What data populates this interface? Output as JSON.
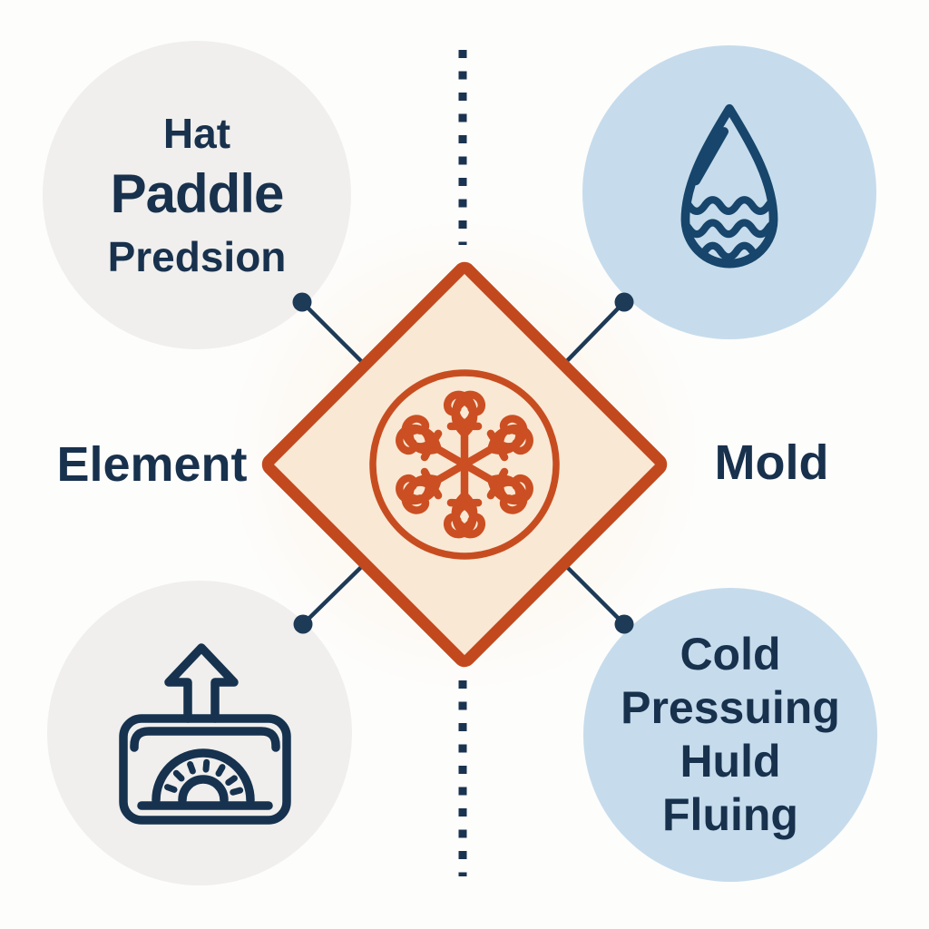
{
  "title": "Process diagram with four nodes around a central diamond",
  "colors": {
    "background": "#fdfdfc",
    "navy_text": "#18314d",
    "navy_icon": "#16324f",
    "drop_icon_navy": "#17456b",
    "connector_navy": "#1d3a57",
    "diamond_border_orange": "#c2491e",
    "rosette_orange": "#cb4f22",
    "diamond_fill_peach": "#f9e8d4",
    "gray_circle": "#f0efed",
    "blue_circle": "#c6dcec"
  },
  "nodes": {
    "top_left": {
      "lines": [
        "Hat",
        "Paddle",
        "Predsion"
      ]
    },
    "top_right": {
      "icon": "water-drop-with-waves"
    },
    "bottom_left": {
      "icon": "pressure-gauge-with-up-arrow"
    },
    "bottom_right": {
      "lines": [
        "Cold",
        "Pressuing",
        "Huld",
        "Fluing"
      ]
    }
  },
  "labels": {
    "left": "Element",
    "right": "Mold"
  },
  "center": {
    "icon": "snowflake-rosette"
  }
}
